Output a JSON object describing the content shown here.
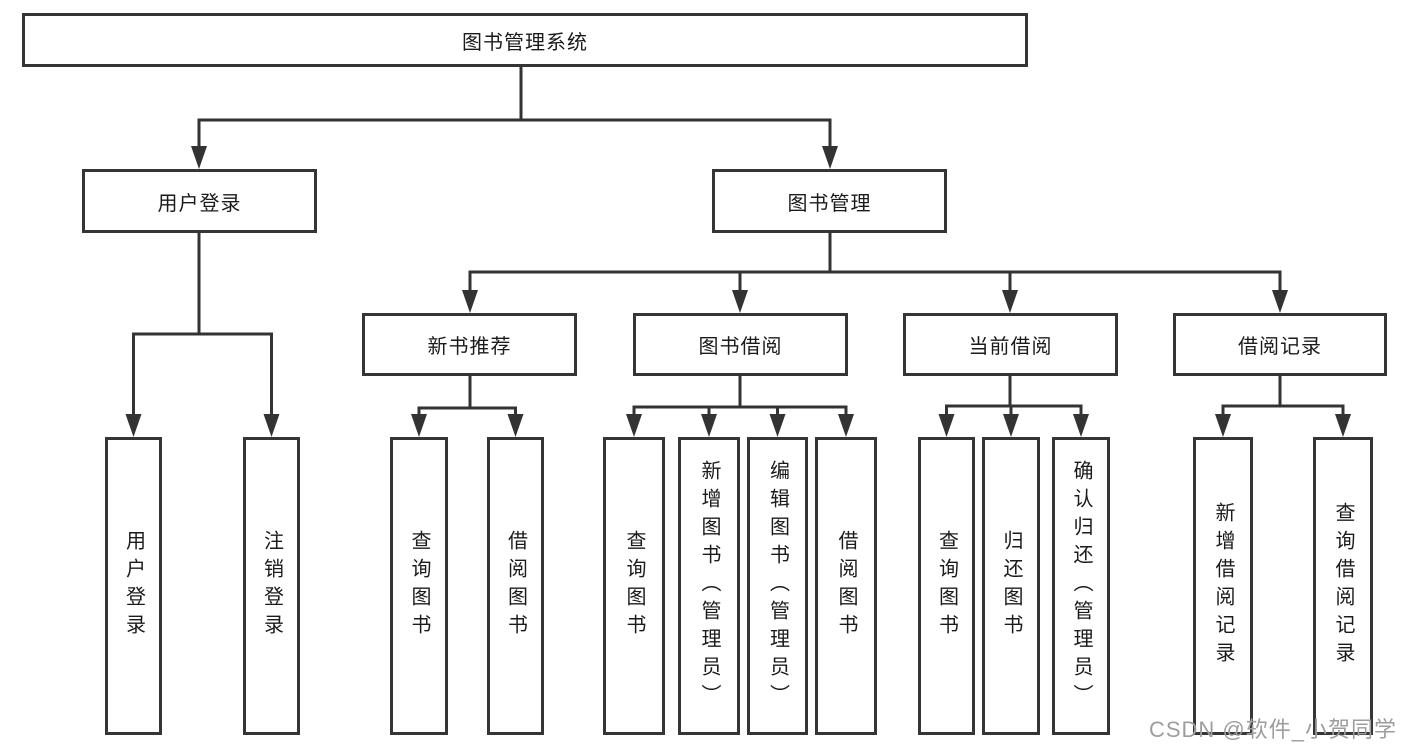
{
  "diagram": {
    "title": "图书管理系统",
    "root": {
      "label": "图书管理系统"
    },
    "level2": [
      {
        "label": "用户登录",
        "children": [
          "用户登录",
          "注销登录"
        ]
      },
      {
        "label": "图书管理"
      }
    ],
    "level3": [
      {
        "label": "新书推荐",
        "children": [
          "查询图书",
          "借阅图书"
        ]
      },
      {
        "label": "图书借阅",
        "children": [
          "查询图书",
          "新增图书（管理员）",
          "编辑图书（管理员）",
          "借阅图书"
        ]
      },
      {
        "label": "当前借阅",
        "children": [
          "查询图书",
          "归还图书",
          "确认归还（管理员）"
        ]
      },
      {
        "label": "借阅记录",
        "children": [
          "新增借阅记录",
          "查询借阅记录"
        ]
      }
    ],
    "watermark": "CSDN @软件_小贺同学",
    "colors": {
      "line": "#333333",
      "box_border": "#353535",
      "text": "#1b1b1b",
      "watermark": "#9d9d9d",
      "background": "#ffffff"
    }
  }
}
